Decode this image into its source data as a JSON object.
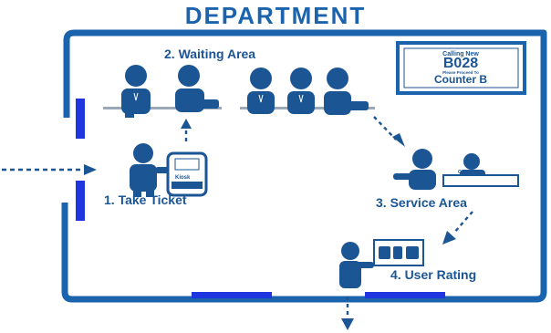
{
  "title": "DEPARTMENT",
  "steps": {
    "take_ticket": "1. Take Ticket",
    "waiting_area": "2. Waiting Area",
    "service_area": "3. Service Area",
    "user_rating": "4. User Rating"
  },
  "sign": {
    "line1": "Calling New",
    "line2": "B028",
    "line3": "Please Proceed To",
    "line4": "Counter B"
  },
  "labels": {
    "kiosk": "Kiosk",
    "counter": "Counter"
  },
  "colors": {
    "primary": "#1c5594",
    "accent": "#1f35e0",
    "wall": "#1c63ad"
  }
}
